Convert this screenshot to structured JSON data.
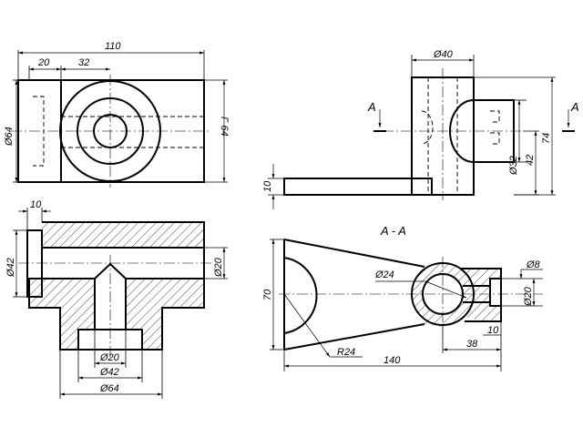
{
  "front_view": {
    "overall_width": "110",
    "left_offset": "20",
    "circle_offset": "32",
    "height_diameter": "Ø64",
    "flange_diameter": "Γ 64"
  },
  "side_view": {
    "boss_diameter": "Ø40",
    "base_thickness": "10",
    "hub_diameter": "Ø32",
    "hub_height": "42",
    "total_height": "74",
    "cut_label_left": "A",
    "cut_label_right": "A"
  },
  "section_view": {
    "top_thickness": "10",
    "left_diameter": "Ø42",
    "right_diameter": "Ø20",
    "inner_diameter": "Ø20",
    "mid_diameter": "Ø42",
    "outer_diameter": "Ø64"
  },
  "section_aa": {
    "title": "A - A",
    "hole_diameter": "Ø24",
    "small_hole": "Ø8",
    "right_diameter": "Ø20",
    "height": "70",
    "radius": "R24",
    "boss_length": "38",
    "wall": "10",
    "overall_length": "140"
  }
}
